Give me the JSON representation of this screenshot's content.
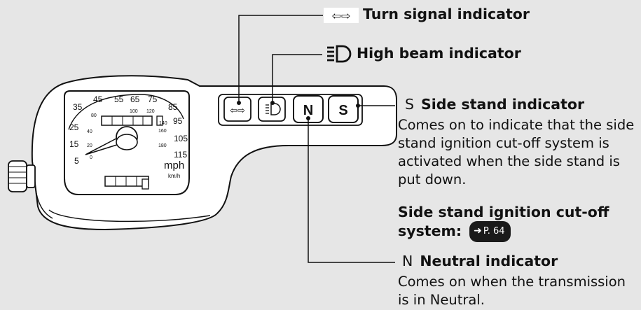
{
  "callouts": {
    "turn_signal": {
      "icon": "turn-signal-arrows-icon",
      "glyph": "⇦⇨",
      "title": "Turn signal indicator"
    },
    "high_beam": {
      "icon": "high-beam-icon",
      "title": "High beam indicator"
    },
    "side_stand": {
      "glyph": "S",
      "title": "Side stand indicator",
      "description": "Comes on to indicate that the side stand ignition cut-off system is activated when the side stand is put down.",
      "ref_title": "Side stand ignition cut-off system:",
      "ref_page": "P. 64"
    },
    "neutral": {
      "glyph": "N",
      "title": "Neutral indicator",
      "description": "Comes on when the transmission is in Neutral."
    }
  },
  "gauge": {
    "mph_ticks": [
      "35",
      "45",
      "55",
      "65",
      "75",
      "85",
      "95",
      "105",
      "115",
      "25",
      "15",
      "5"
    ],
    "kmh_ticks": [
      "80",
      "100",
      "120",
      "140",
      "160",
      "180",
      "40",
      "20",
      "0"
    ],
    "unit_mph": "mph",
    "unit_kmh": "km/h"
  },
  "indicator_buttons": {
    "turn": "⇦⇨",
    "neutral": "N",
    "side_stand": "S"
  },
  "colors": {
    "background": "#e6e6e6",
    "line": "#111111",
    "panel": "#ffffff"
  }
}
